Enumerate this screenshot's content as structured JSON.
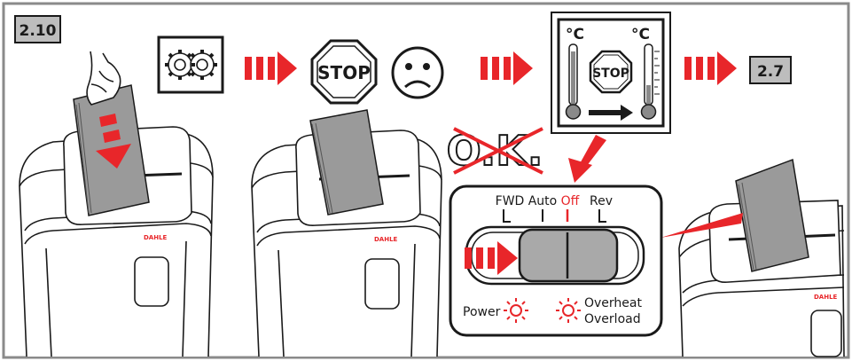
{
  "step_badge": "2.10",
  "target_badge": "2.7",
  "stop_sign_text": "STOP",
  "thermo_stop_text": "STOP",
  "celsius_left": "°C",
  "celsius_right": "°C",
  "ok_crossed_text": "O.K.",
  "brand_text": "DAHLE",
  "switch": {
    "fwd_label": "FWD",
    "auto_label": "Auto",
    "off_label": "Off",
    "rev_label": "Rev"
  },
  "indicators": {
    "power_label": "Power",
    "overheat_label": "Overheat",
    "overload_label": "Overload"
  },
  "colors": {
    "accent_red": "#e8262a",
    "badge_gray": "#bdbdbd",
    "line": "#1a1a1a",
    "border_gray": "#8a8a8a"
  },
  "icons": [
    "hand-icon",
    "gears-icon",
    "stop-sign-icon",
    "sad-face-icon",
    "thermometer-icon",
    "indicator-light-icon"
  ]
}
